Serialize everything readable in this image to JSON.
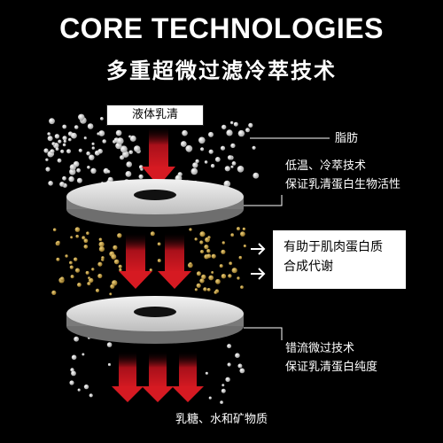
{
  "header": {
    "title": "CORE TECHNOLOGIES",
    "subtitle": "多重超微过滤冷萃技术"
  },
  "input_label": "液体乳清",
  "annotations": {
    "fat": "脂肪",
    "low_temp_title": "低温、冷萃技术",
    "low_temp_desc": "保证乳清蛋白生物活性",
    "callout_line1": "有助于肌肉蛋白质",
    "callout_line2": "合成代谢",
    "crossflow_title": "错流微过技术",
    "crossflow_desc": "保证乳清蛋白纯度"
  },
  "output_label": "乳糖、水和矿物质",
  "colors": {
    "background": "#000000",
    "arrow": "#c4121a",
    "disc": "#d9d9d9",
    "particle_white": "#e6e6e6",
    "particle_gold": "#c8a24a"
  },
  "icons": {
    "arrow": "chevron-right-icon"
  }
}
